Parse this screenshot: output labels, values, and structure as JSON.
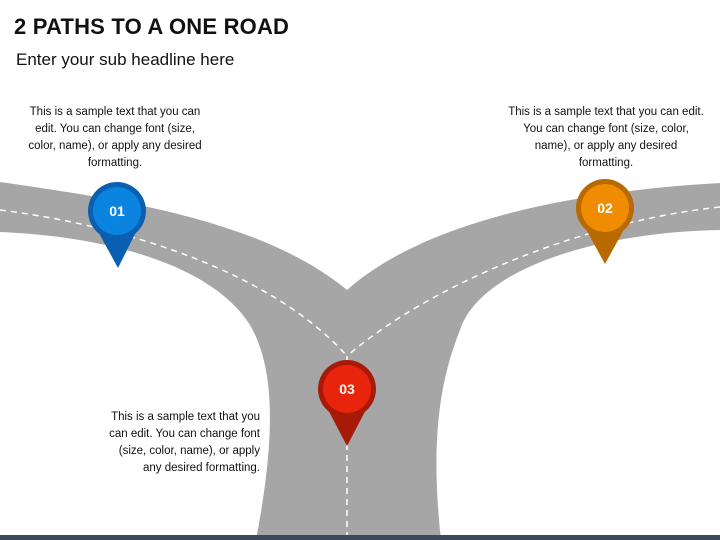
{
  "slide": {
    "title": "2 PATHS TO A ONE ROAD",
    "subtitle": "Enter your sub headline here"
  },
  "markers": [
    {
      "label": "01",
      "color": "#0a84e0",
      "ring": "#0b5fb0",
      "text": "This is a sample text that you can edit. You can change font (size, color, name), or apply any desired formatting."
    },
    {
      "label": "02",
      "color": "#f08c00",
      "ring": "#b86a00",
      "text": "This is a sample text that you can edit. You can change font (size, color, name), or apply any desired formatting."
    },
    {
      "label": "03",
      "color": "#e8240c",
      "ring": "#a81a08",
      "text": "This is a sample text that you can edit. You can change font (size, color, name), or apply any desired formatting."
    }
  ],
  "colors": {
    "road": "#a6a6a6",
    "dash": "#ffffff",
    "bar": "#3b4a5a"
  }
}
